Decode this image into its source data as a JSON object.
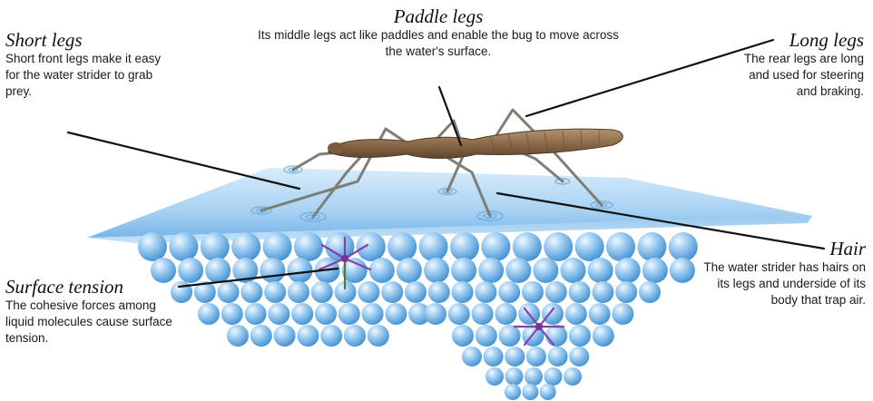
{
  "labels": {
    "paddle_legs": {
      "title": "Paddle legs",
      "description": "Its middle legs act like paddles and enable the bug to move across the water's surface."
    },
    "short_legs": {
      "title": "Short legs",
      "description": "Short front legs make it easy for the water strider to grab prey."
    },
    "long_legs": {
      "title": "Long legs",
      "description": "The rear legs are long and used for steering and braking."
    },
    "surface_tension": {
      "title": "Surface tension",
      "description": "The cohesive forces among liquid molecules cause surface tension."
    },
    "hair": {
      "title": "Hair",
      "description": "The water strider has hairs on its legs and underside of its body that trap air."
    }
  },
  "colors": {
    "water_light": "#cfe6fa",
    "water_dark": "#6fb0e6",
    "molecule": "#5aa7e3",
    "molecule_highlight": "#e9f4ff",
    "bond": "#8a3fa6",
    "insect_body": "#8f6a45",
    "insect_leg": "#7d7f74",
    "leader_line": "#111111"
  }
}
